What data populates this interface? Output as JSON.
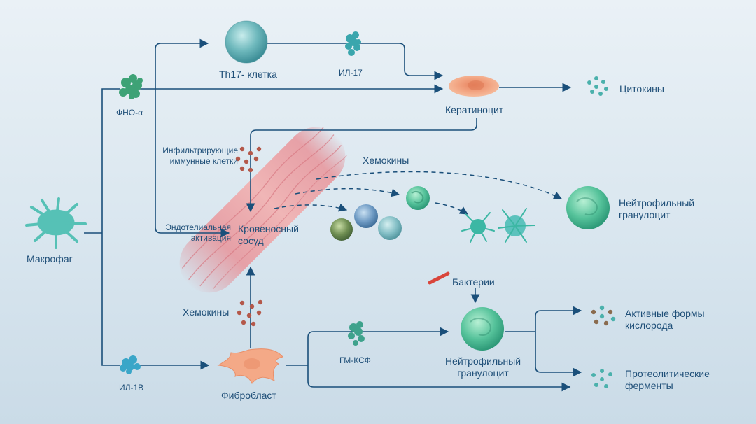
{
  "labels": {
    "th17": "Th17- клетка",
    "il17": "ИЛ-17",
    "tnf": "ФНО-α",
    "keratinocyte": "Кератиноцит",
    "cytokines": "Цитокины",
    "infiltrating_line1": "Инфильтрирующие",
    "infiltrating_line2": "иммунные клетки",
    "chemokines_top": "Хемокины",
    "neutrophil_top_line1": "Нейтрофильный",
    "neutrophil_top_line2": "гранулоцит",
    "endothelial_line1": "Эндотелиальная",
    "endothelial_line2": "активация",
    "vessel_line1": "Кровеносный",
    "vessel_line2": "сосуд",
    "macrophage": "Макрофаг",
    "bacteria": "Бактерии",
    "chemokines_bottom": "Хемокины",
    "ros_line1": "Активные формы",
    "ros_line2": "кислорода",
    "gmcsf": "ГМ-КСФ",
    "neutrophil_bottom_line1": "Нейтрофильный",
    "neutrophil_bottom_line2": "гранулоцит",
    "proteolytic_line1": "Протеолитические",
    "proteolytic_line2": "ферменты",
    "il1b": "ИЛ-1B",
    "fibroblast": "Фибробласт"
  },
  "colors": {
    "background": "#dde8f0",
    "arrow": "#1a4f7a",
    "text": "#1f4f78",
    "vessel": "#e89aa0",
    "keratinocyte": "#f0a085",
    "fibroblast": "#f4a987",
    "cell_teal": "#5fb7b5",
    "neutrophil": "#5cc6a0"
  }
}
